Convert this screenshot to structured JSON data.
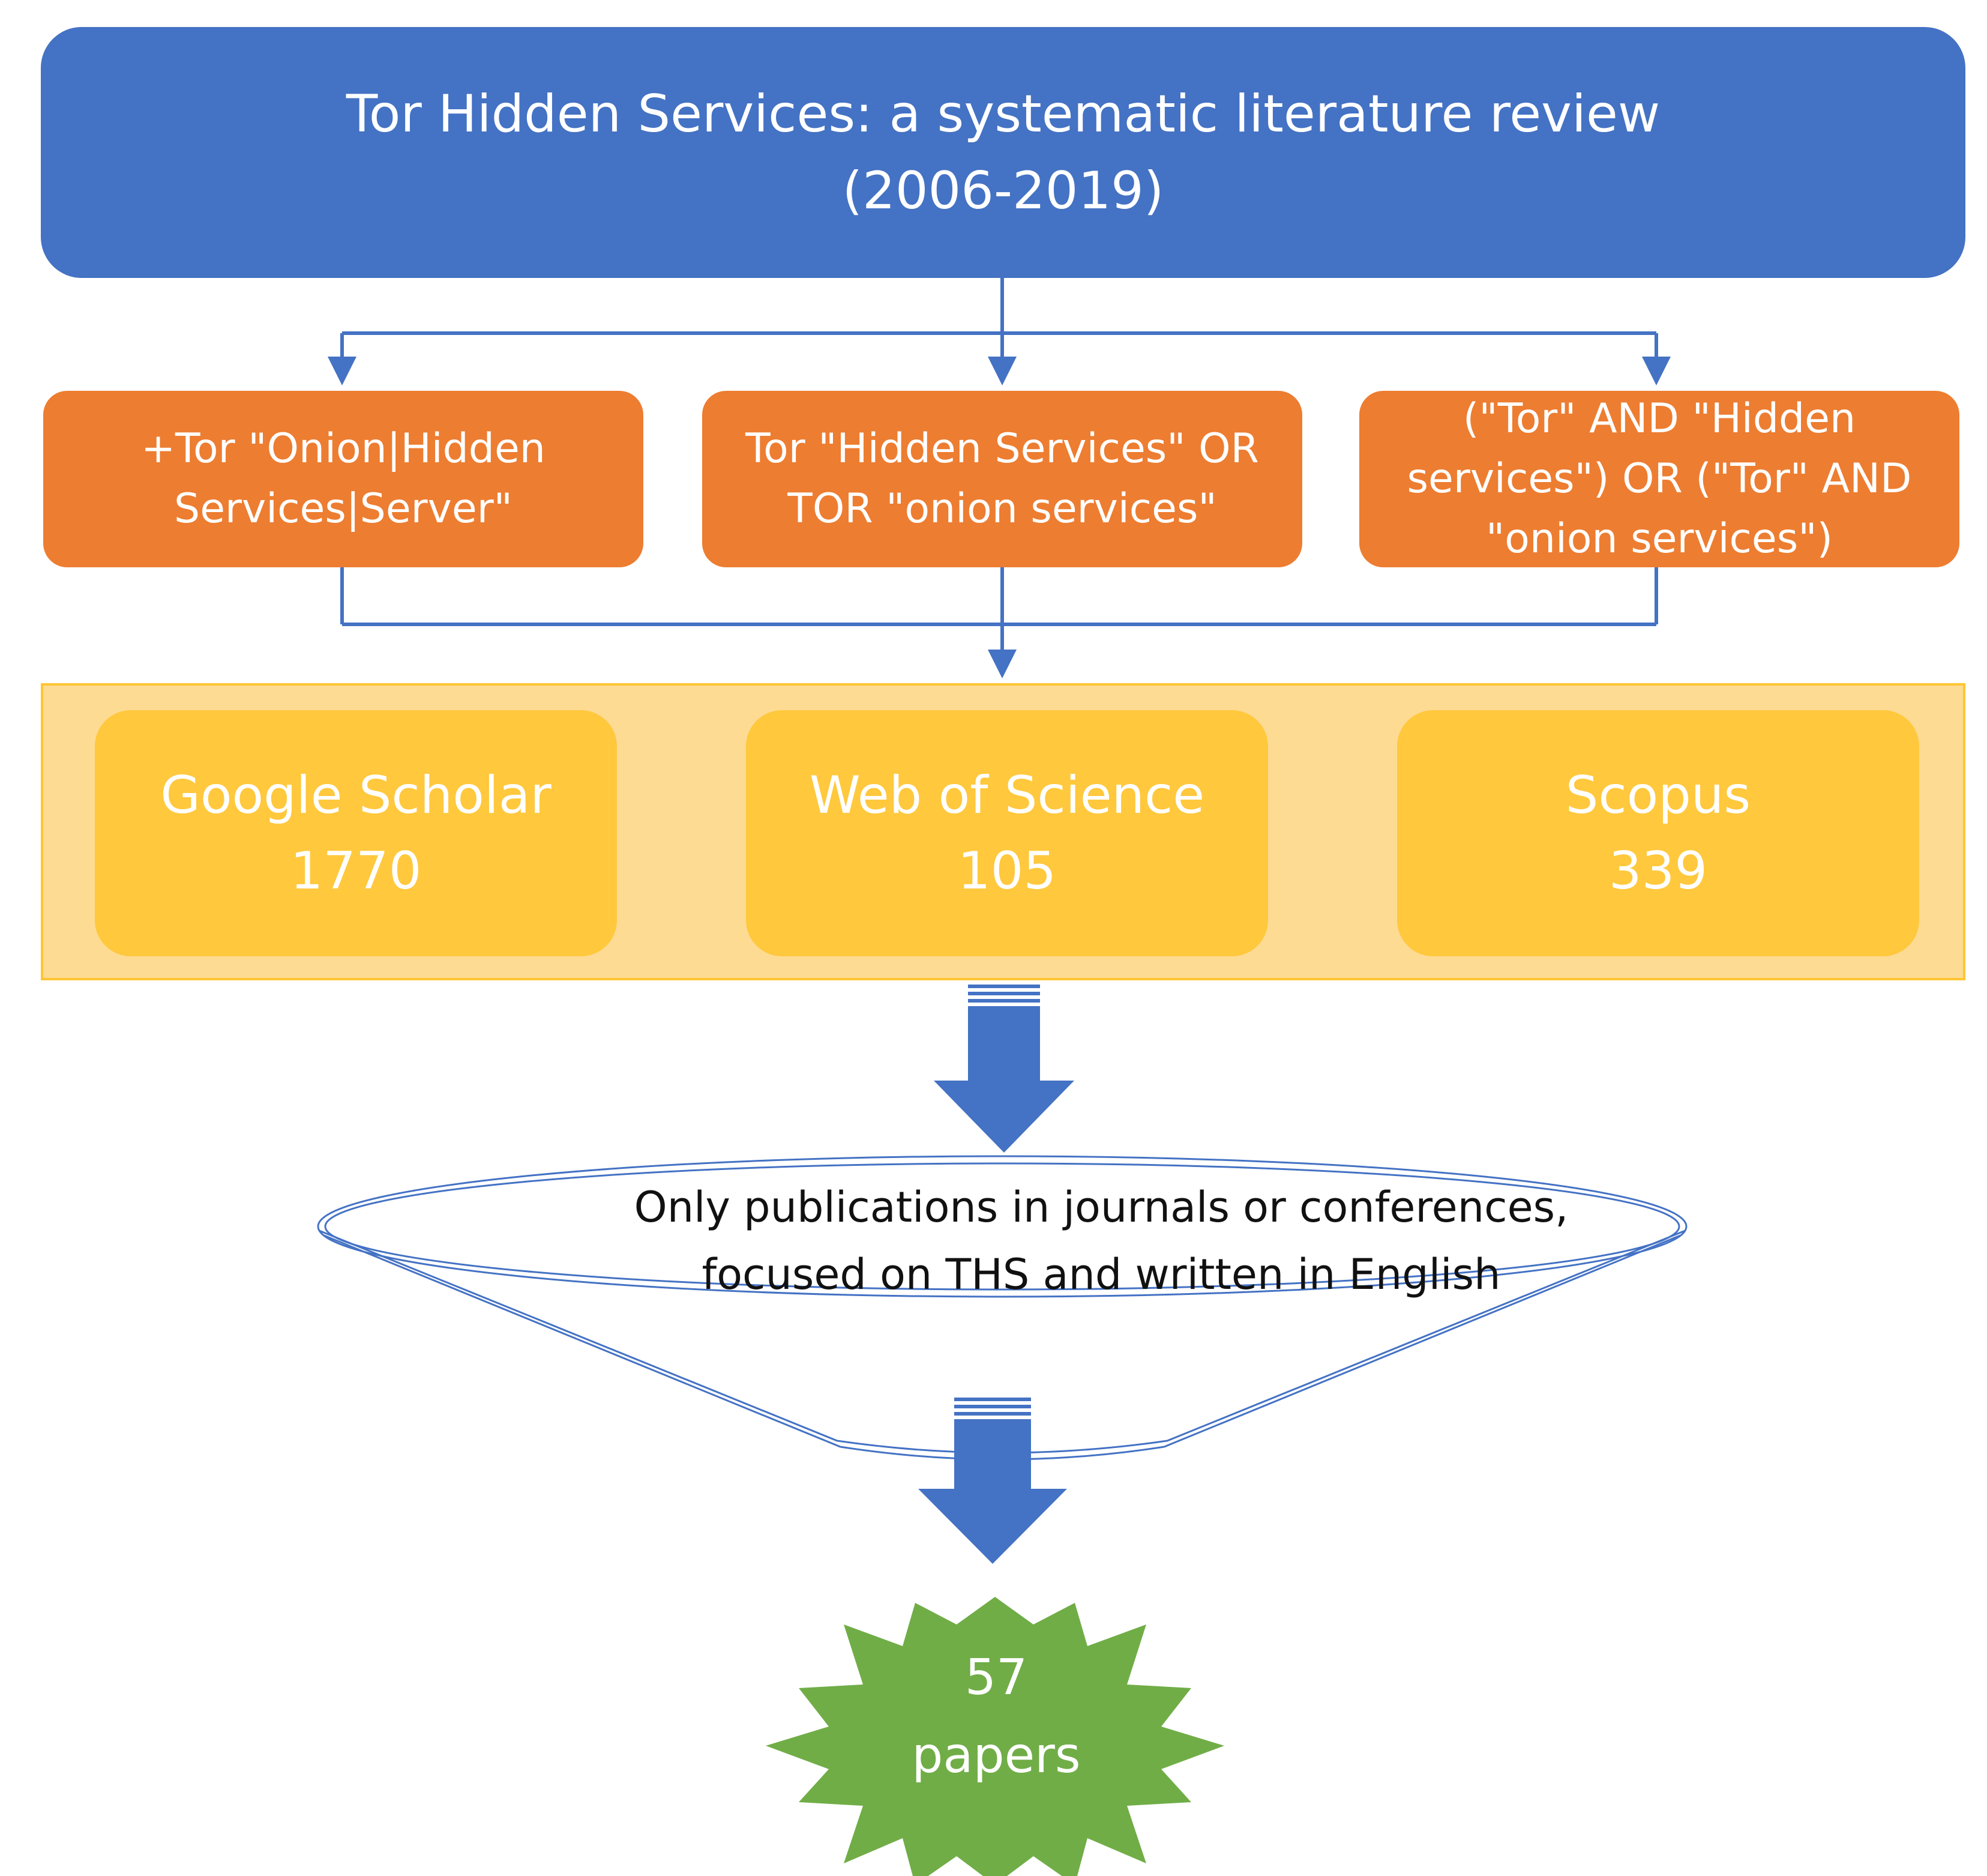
{
  "title": {
    "line1": "Tor Hidden Services: a systematic literature review",
    "line2": "(2006-2019)"
  },
  "queries": [
    {
      "lines": [
        "+Tor \"Onion|Hidden",
        "Services|Server\""
      ]
    },
    {
      "lines": [
        "Tor \"Hidden Services\" OR",
        "TOR \"onion services\""
      ]
    },
    {
      "lines": [
        "(\"Tor\" AND \"Hidden",
        "services\") OR (\"Tor\" AND",
        "\"onion services\")"
      ]
    }
  ],
  "databases": [
    {
      "name": "Google Scholar",
      "count": "1770"
    },
    {
      "name": "Web of Science",
      "count": "105"
    },
    {
      "name": "Scopus",
      "count": "339"
    }
  ],
  "filter": {
    "line1": "Only publications in journals or conferences,",
    "line2": "focused on THS and written in English"
  },
  "result": {
    "count": "57",
    "label": "papers"
  },
  "colors": {
    "title_fill": "#4472c4",
    "query_fill": "#ed7d31",
    "band_fill": "#fedb93",
    "database_fill": "#ffc83d",
    "arrow_fill": "#4472c4",
    "connector": "#4472c4",
    "result_fill": "#70ad47"
  }
}
